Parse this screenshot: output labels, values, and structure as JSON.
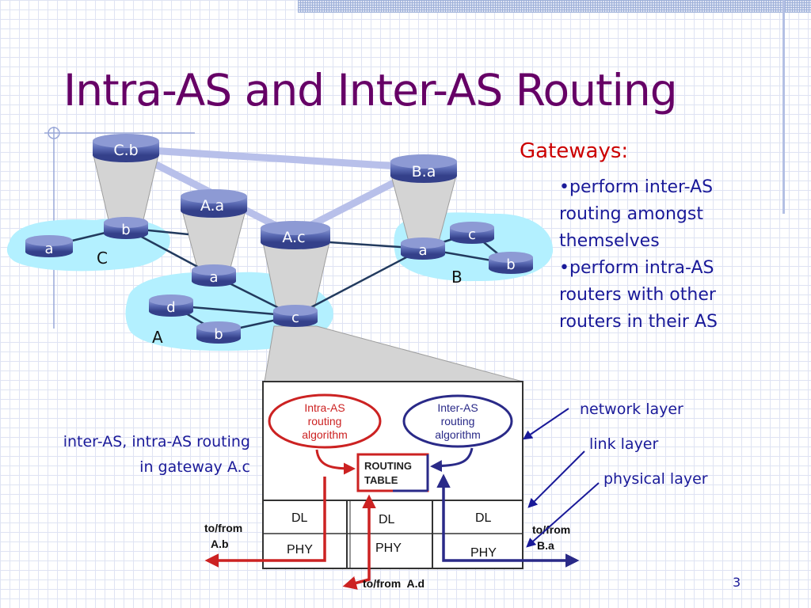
{
  "slide": {
    "title": "Intra-AS and Inter-AS Routing",
    "page_number": "3"
  },
  "gateways": {
    "heading": "Gateways:",
    "bullets": [
      "•perform inter-AS routing amongst themselves",
      "•perform intra-AS routers with other routers in their AS"
    ]
  },
  "network": {
    "as_labels": {
      "C": "C",
      "A": "A",
      "B": "B"
    },
    "routers": {
      "Cb_top": "C.b",
      "Ba_top": "B.a",
      "Aa_top": "A.a",
      "Ac_top": "A.c",
      "C_a": "a",
      "C_b": "b",
      "A_a": "a",
      "A_d": "d",
      "A_b": "b",
      "A_c": "c",
      "B_a": "a",
      "B_c": "c",
      "B_b": "b"
    }
  },
  "gateway_detail": {
    "side_label": "inter-AS, intra-AS routing in gateway A.c",
    "intra_as": {
      "line1": "Intra-AS",
      "line2": "routing",
      "line3": "algorithm"
    },
    "inter_as": {
      "line1": "Inter-AS",
      "line2": "routing",
      "line3": "algorithm"
    },
    "routing_table": {
      "line1": "ROUTING",
      "line2": "TABLE"
    },
    "dl_labels": [
      "DL",
      "DL",
      "DL"
    ],
    "phy_labels": [
      "PHY",
      "PHY",
      "PHY"
    ],
    "to_from_ab": {
      "line1": "to/from",
      "line2": "A.b"
    },
    "to_from_ba": {
      "line1": "to/from",
      "line2": "B.a"
    },
    "to_from_ad": "to/from  A.d",
    "layer_labels": {
      "network": "network layer",
      "link": "link layer",
      "physical": "physical layer"
    }
  },
  "colors": {
    "title": "#660066",
    "heading": "#cc0000",
    "text": "#1a1a99",
    "as_cloud": "#b3f0ff",
    "router_fill": "#5b6bb4",
    "intra_red": "#cc2222",
    "inter_navy": "#2a2a88"
  }
}
